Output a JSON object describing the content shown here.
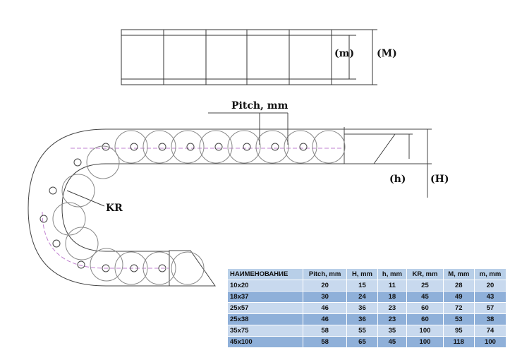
{
  "labels": {
    "m": "(m)",
    "M": "(M)",
    "pitch": "Pitch, mm",
    "h": "(h)",
    "H": "(H)",
    "kr": "KR"
  },
  "table": {
    "headers": [
      "НАИМЕНОВАНИЕ",
      "Pitch, mm",
      "H, mm",
      "h, mm",
      "KR, mm",
      "M, mm",
      "m, mm"
    ],
    "rows": [
      [
        "10x20",
        "20",
        "15",
        "11",
        "25",
        "28",
        "20"
      ],
      [
        "18x37",
        "30",
        "24",
        "18",
        "45",
        "49",
        "43"
      ],
      [
        "25x57",
        "46",
        "36",
        "23",
        "60",
        "72",
        "57"
      ],
      [
        "25x38",
        "46",
        "36",
        "23",
        "60",
        "53",
        "38"
      ],
      [
        "35x75",
        "58",
        "55",
        "35",
        "100",
        "95",
        "74"
      ],
      [
        "45x100",
        "58",
        "65",
        "45",
        "100",
        "118",
        "100"
      ]
    ]
  }
}
